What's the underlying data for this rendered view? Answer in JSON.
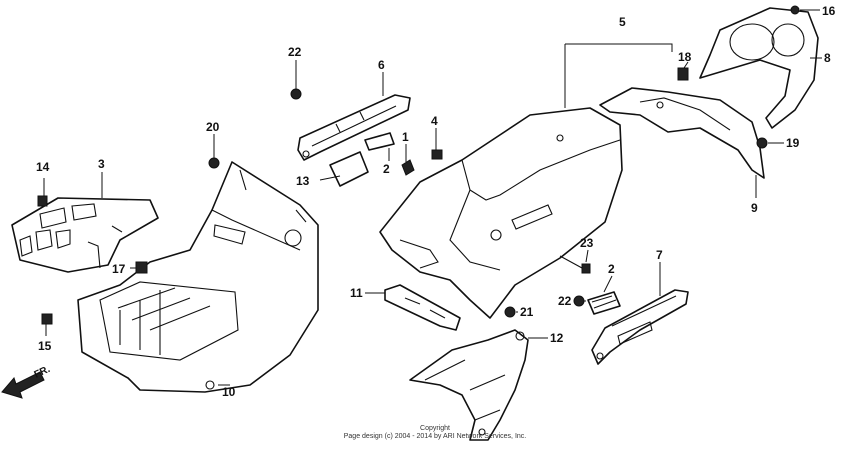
{
  "callouts": [
    "1",
    "2",
    "2",
    "3",
    "4",
    "5",
    "6",
    "7",
    "8",
    "9",
    "10",
    "11",
    "12",
    "13",
    "14",
    "15",
    "16",
    "17",
    "18",
    "19",
    "20",
    "21",
    "22",
    "22",
    "23"
  ],
  "direction_label": "FR.",
  "copyright_line1": "Copyright",
  "copyright_line2": "Page design (c) 2004 - 2014 by ARI Network Services, Inc."
}
